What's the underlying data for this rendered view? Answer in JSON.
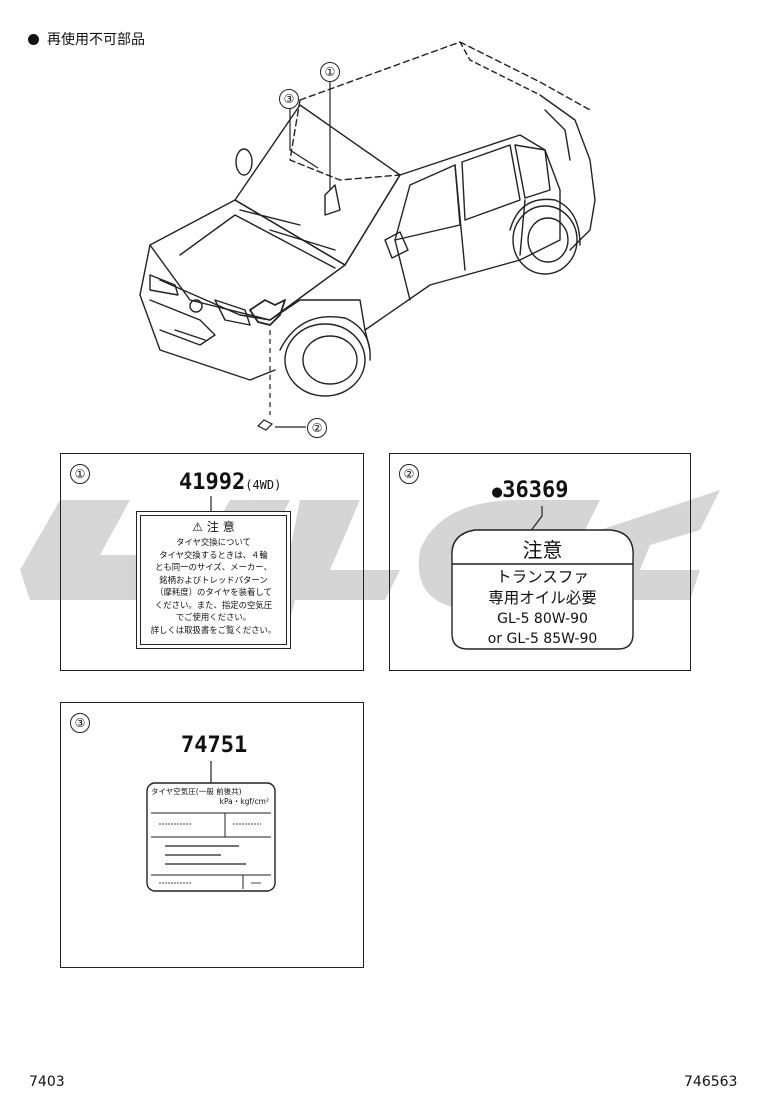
{
  "legend": {
    "text": "再使用不可部品"
  },
  "callouts": [
    "①",
    "②",
    "③"
  ],
  "parts": {
    "p1": {
      "num": "①",
      "part_no": "41992",
      "qualifier": "(4WD)",
      "label_title": "注 意",
      "label_lines": [
        "タイヤ交換について",
        "タイヤ交換するときは、４輪",
        "とも同一のサイズ、メーカー、",
        "銘柄およびトレッドパターン",
        "（摩耗度）のタイヤを装着して",
        "ください。また、指定の空気圧",
        "でご使用ください。",
        "詳しくは取扱書をご覧ください。"
      ]
    },
    "p2": {
      "num": "②",
      "part_no": "36369",
      "label_title": "注意",
      "label_lines": [
        "トランスファ",
        "専用オイル必要",
        "GL-5  80W-90",
        "or GL-5  85W-90"
      ]
    },
    "p3": {
      "num": "③",
      "part_no": "74751",
      "label_header": "タイヤ空気圧(一般 前後共)",
      "label_unit": "kPa・kgf/cm²"
    }
  },
  "footer": {
    "left": "7403",
    "right": "746563"
  }
}
